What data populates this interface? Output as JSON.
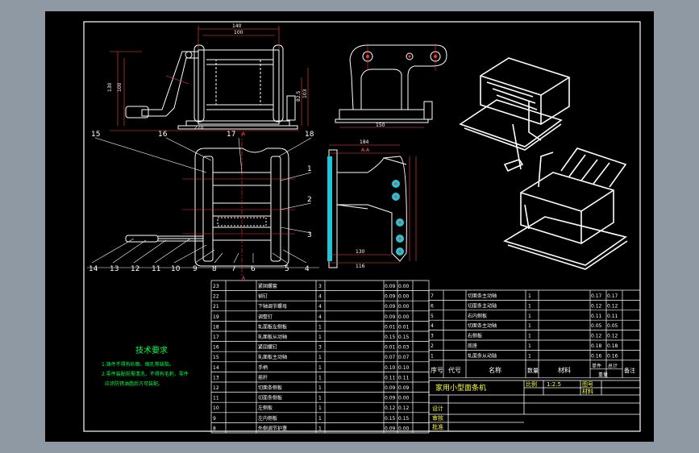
{
  "tech_requirements": {
    "title": "技术要求",
    "items": [
      "1.铸件不得有砂眼、缩孔等缺陷。",
      "2.零件装配前需清洗，不得有毛刺，零件",
      "应涂防锈油脂后方可装配。"
    ]
  },
  "callouts": [
    "15",
    "16",
    "17",
    "18",
    "1",
    "2",
    "3",
    "14",
    "13",
    "12",
    "11",
    "10",
    "9",
    "8",
    "7",
    "6",
    "5",
    "4"
  ],
  "dims": {
    "top_a": "140",
    "top_b": "100",
    "bottom": "270",
    "left_a": "130",
    "left_b": "100",
    "right_a": "82.5",
    "right_b": "103",
    "side_total": "184",
    "side_sub": "A-A",
    "side_bottom_a": "130",
    "side_bottom_b": "116",
    "front_bottom": "150"
  },
  "section_marks": [
    "A",
    "A"
  ],
  "title_block": {
    "name": "家用小型面条机",
    "scale_label": "比例",
    "scale_value": "1:2.5",
    "sheet_label": "图号",
    "material_label": "材料",
    "design": "设计",
    "check": "审核",
    "approve": "批准"
  },
  "bom_header": {
    "seq": "序号",
    "code": "代号",
    "name": "名称",
    "qty": "数量",
    "material": "材料",
    "unit_wt": "单件",
    "total_wt": "总计",
    "weight": "重量",
    "remark": "备注"
  },
  "bom_left": [
    {
      "seq": "23",
      "name": "紧固螺套",
      "qty": "3",
      "w1": "0.09",
      "w2": "0.00"
    },
    {
      "seq": "22",
      "name": "销钉",
      "qty": "4",
      "w1": "0.09",
      "w2": "0.00"
    },
    {
      "seq": "21",
      "name": "下轴调节螺母",
      "qty": "4",
      "w1": "0.09",
      "w2": "0.00"
    },
    {
      "seq": "19",
      "name": "调整钉",
      "qty": "4",
      "w1": "0.09",
      "w2": "0.00"
    },
    {
      "seq": "18",
      "name": "轧面板左侧板",
      "qty": "1",
      "w1": "0.01",
      "w2": "0.01"
    },
    {
      "seq": "17",
      "name": "轧面板从动轴",
      "qty": "1",
      "w1": "0.15",
      "w2": "0.15"
    },
    {
      "seq": "16",
      "name": "紧固螺钉",
      "qty": "3",
      "w1": "0.01",
      "w2": "0.03"
    },
    {
      "seq": "15",
      "name": "轧面板主动轴",
      "qty": "1",
      "w1": "0.07",
      "w2": "0.07"
    },
    {
      "seq": "14",
      "name": "手柄",
      "qty": "1",
      "w1": "0.10",
      "w2": "0.10"
    },
    {
      "seq": "13",
      "name": "摇杆",
      "qty": "1",
      "w1": "0.11",
      "w2": "0.11"
    },
    {
      "seq": "12",
      "name": "切面条侧板",
      "qty": "1",
      "w1": "0.09",
      "w2": "0.09"
    },
    {
      "seq": "11",
      "name": "切面条侧板",
      "qty": "1",
      "w1": "0.09",
      "w2": "0.00"
    },
    {
      "seq": "10",
      "name": "左侧板",
      "qty": "1",
      "w1": "0.12",
      "w2": "0.12"
    },
    {
      "seq": "9",
      "name": "左内侧板",
      "qty": "1",
      "w1": "0.15",
      "w2": "0.15"
    },
    {
      "seq": "8",
      "name": "外侧调节护罩",
      "qty": "1",
      "w1": "0.09",
      "w2": "0.00"
    }
  ],
  "bom_right": [
    {
      "seq": "7",
      "name": "切面条主动轴",
      "qty": "1",
      "w1": "0.17",
      "w2": "0.17"
    },
    {
      "seq": "6",
      "name": "切面条主动轴",
      "qty": "1",
      "w1": "0.12",
      "w2": "0.12"
    },
    {
      "seq": "5",
      "name": "右内侧板",
      "qty": "1",
      "w1": "0.11",
      "w2": "0.11"
    },
    {
      "seq": "4",
      "name": "切面条主动轴",
      "qty": "1",
      "w1": "0.05",
      "w2": "0.05"
    },
    {
      "seq": "3",
      "name": "右侧板",
      "qty": "1",
      "w1": "0.12",
      "w2": "0.12"
    },
    {
      "seq": "2",
      "name": "底座",
      "qty": "1",
      "w1": "0.18",
      "w2": "0.18"
    },
    {
      "seq": "1",
      "name": "轧面条从动轴",
      "qty": "1",
      "w1": "0.16",
      "w2": "0.16"
    }
  ]
}
